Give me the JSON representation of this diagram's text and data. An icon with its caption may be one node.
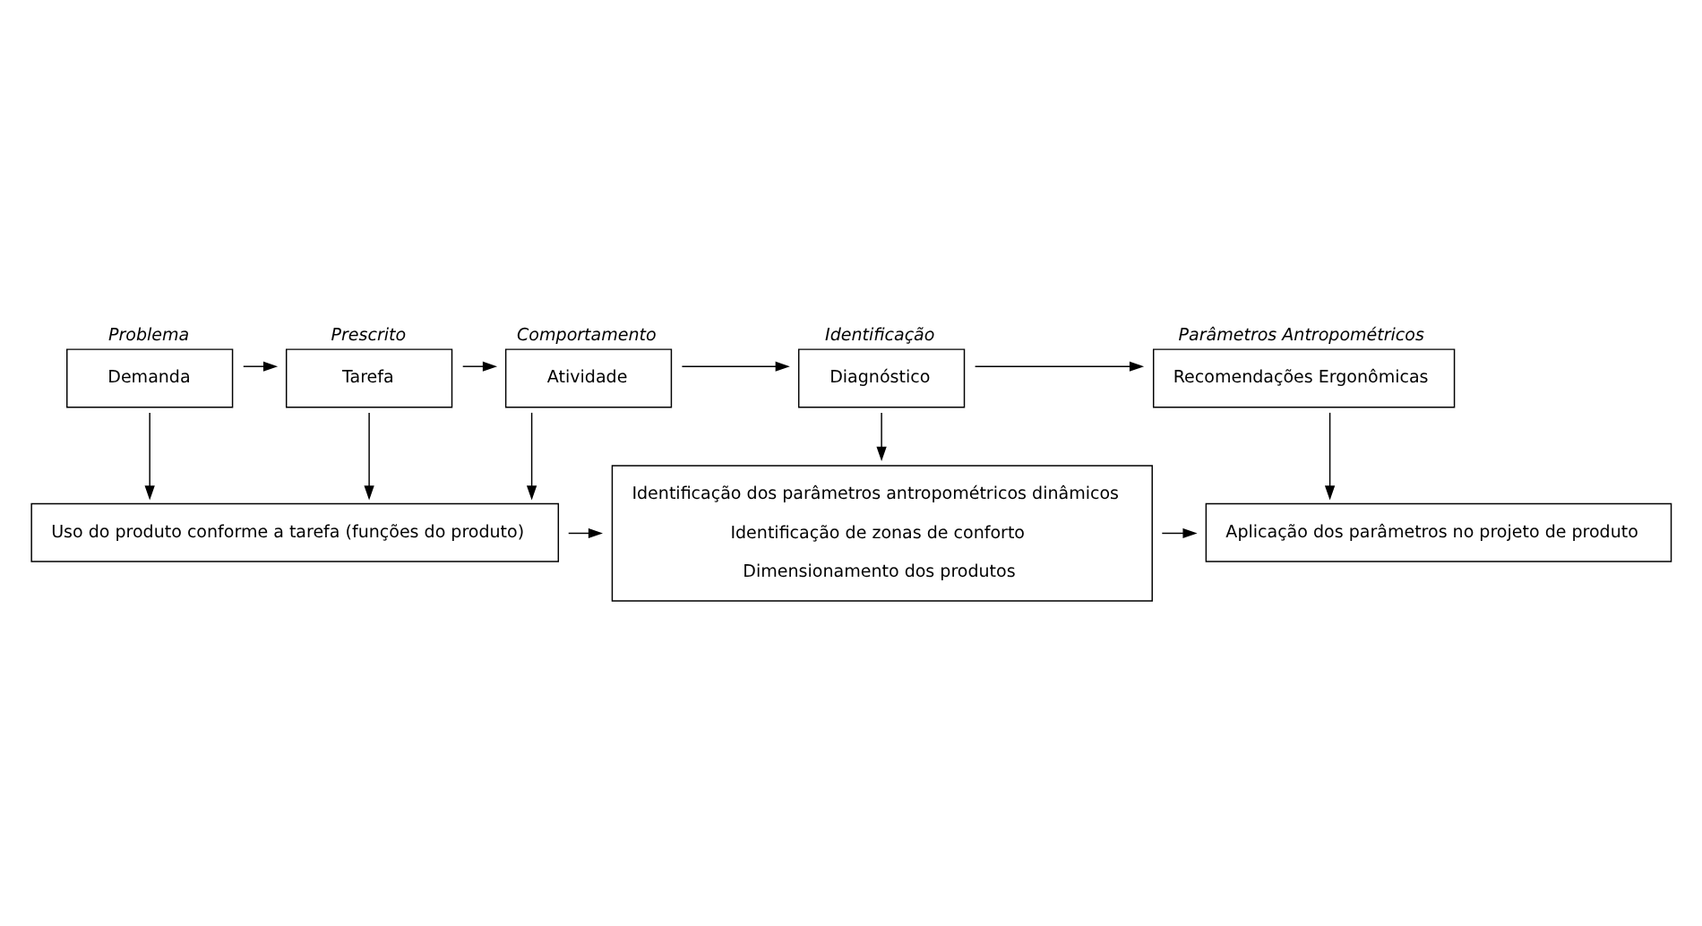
{
  "diagram": {
    "nodes": [
      {
        "text": [
          "Demanda"
        ],
        "beside": [
          "Problema"
        ]
      },
      {
        "text": [
          "Tarefa"
        ],
        "beside": [
          "Prescrito"
        ]
      },
      {
        "text": [
          "Atividade"
        ],
        "beside": [
          "Comportamento"
        ]
      },
      {
        "text": [
          "Diagnóstico"
        ],
        "beside": [
          "Identificação"
        ]
      },
      {
        "text": [
          "Recomendações Ergonômicas"
        ],
        "beside": [
          "Parâmetros Antropométricos"
        ]
      },
      {
        "text": [
          "Uso do produto conforme a tarefa (funções do produto)"
        ]
      },
      {
        "text": [
          "Identificação dos parâmetros antropométricos dinâmicos",
          "Identificação de zonas de conforto",
          "Dimensionamento dos produtos"
        ]
      },
      {
        "text": [
          "Aplicação dos parâmetros no projeto de produto"
        ]
      }
    ],
    "edges": [
      {
        "from": 0,
        "to": 1,
        "arrow": "to"
      },
      {
        "from": 1,
        "to": 2,
        "arrow": "to"
      },
      {
        "from": 2,
        "to": 3,
        "arrow": "to"
      },
      {
        "from": 3,
        "to": 4,
        "arrow": "to"
      },
      {
        "from": 0,
        "to": 5,
        "arrow": "to"
      },
      {
        "from": 1,
        "to": 5,
        "arrow": "to"
      },
      {
        "from": 2,
        "to": 5,
        "arrow": "to"
      },
      {
        "from": 3,
        "to": 6,
        "arrow": "to"
      },
      {
        "from": 4,
        "to": 7,
        "arrow": "to"
      },
      {
        "from": 5,
        "to": 6,
        "arrow": "to"
      },
      {
        "from": 6,
        "to": 7,
        "arrow": "to"
      }
    ]
  }
}
